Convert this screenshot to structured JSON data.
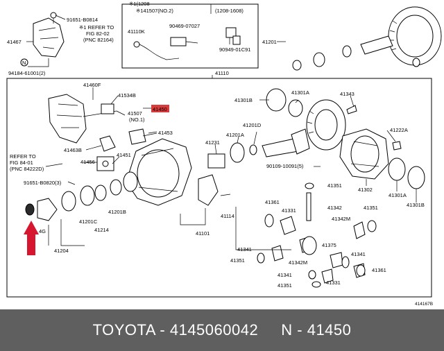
{
  "diagram": {
    "labels": {
      "p91651_b0814": "91651-B0814",
      "p41467": "41467",
      "p94184": "94184-61001(2)",
      "refer1": "※1 REFER TO",
      "fig82": "FIG 82-02",
      "pnc82164": "(PNC 82164)",
      "note1208a": "※1(1208-",
      "p141507": "※141507(NO.2)",
      "range1208": "(1208-1608)",
      "p41110k": "41110K",
      "p90469": "90469-07027",
      "p90949": "90949-01C91",
      "p41201_top": "41201",
      "p41110": "41110",
      "p41460f": "41460F",
      "p41534b": "41534B",
      "p41507": "41507",
      "no1": "(NO.1)",
      "p41450": "41450",
      "p41453": "41453",
      "p41463b": "41463B",
      "p41456": "41456",
      "p41451": "41451",
      "refer2": "REFER TO",
      "fig84": "FIG 84-01",
      "pnc84222": "(PNC 84222D)",
      "p91651_b0820": "91651-B0820(3)",
      "p41231": "41231",
      "p41201a": "41201A",
      "p41201d": "41201D",
      "p41301b": "41301B",
      "p41301a_top": "41301A",
      "p41343": "41343",
      "p41222a": "41222A",
      "p90109": "90109-10091(5)",
      "p41302": "41302",
      "p41301a": "41301A",
      "p41301b_r": "41301B",
      "p41351_a": "41351",
      "p41342": "41342",
      "p41351_b": "41351",
      "p41342m_a": "41342M",
      "p41361_a": "41361",
      "p41331_a": "41331",
      "p41375": "41375",
      "p41341_a": "41341",
      "p41341_b": "41341",
      "p41351_c": "41351",
      "p41342m_b": "41342M",
      "p41341_c": "41341",
      "p41361_b": "41361",
      "p41351_d": "41351",
      "p41331_b": "41331",
      "p41114": "41114",
      "p41101": "41101",
      "p41201b": "41201B",
      "p41214": "41214",
      "p41201c": "41201C",
      "p41204": "41204",
      "p4g": "4G",
      "ref_code": "414167B"
    }
  },
  "colors": {
    "highlight": "#d93a3a",
    "arrow": "#d6162e",
    "footer_bg": "#5f5f5f",
    "footer_text": "#ffffff"
  },
  "footer": {
    "text": "TOYOTA - 4145060042     N - 41450"
  }
}
